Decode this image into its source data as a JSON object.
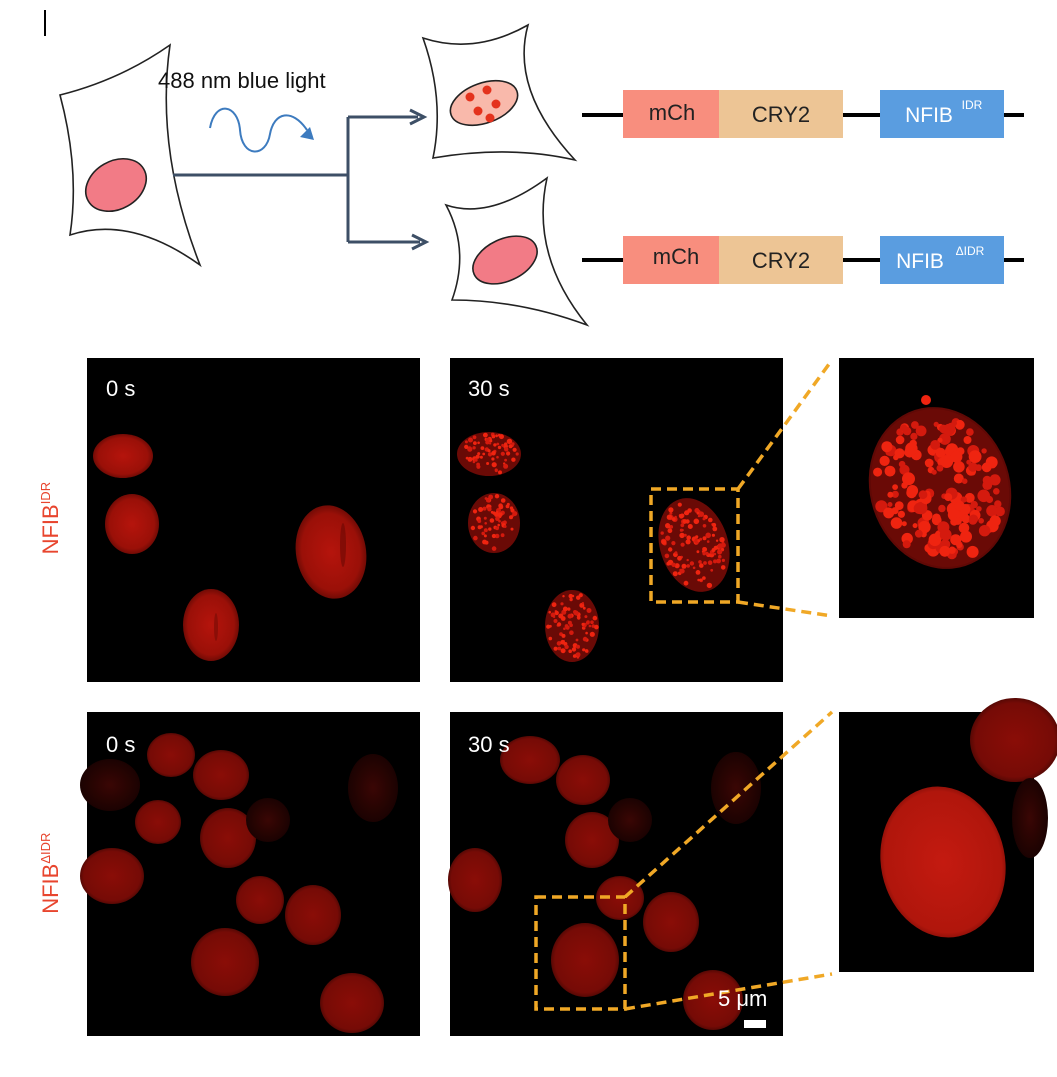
{
  "schematic": {
    "light_label": "488 nm blue light",
    "constructs": [
      {
        "seg1": "mCh",
        "seg2": "CRY2",
        "seg3_base": "NFIB",
        "seg3_sup": "IDR"
      },
      {
        "seg1": "mCh",
        "seg2": "CRY2",
        "seg3_base": "NFIB",
        "seg3_sup": "ΔIDR"
      }
    ],
    "colors": {
      "mch": "#f88e7e",
      "cry2": "#edc595",
      "nfib": "#5a9de0",
      "arrow": "#3d4f66",
      "wave": "#3d7bbf",
      "nucleus": "#f27b86"
    }
  },
  "rows": [
    {
      "label_base": "NFIB",
      "label_sup": "IDR",
      "t0": "0 s",
      "t30": "30 s"
    },
    {
      "label_base": "NFIB",
      "label_sup": "ΔIDR",
      "t0": "0 s",
      "t30": "30 s"
    }
  ],
  "scale_bar": "5 μm",
  "colors": {
    "signal": "#d41a0e",
    "row_label": "#e8452e",
    "zoom_box": "#f0a826"
  }
}
